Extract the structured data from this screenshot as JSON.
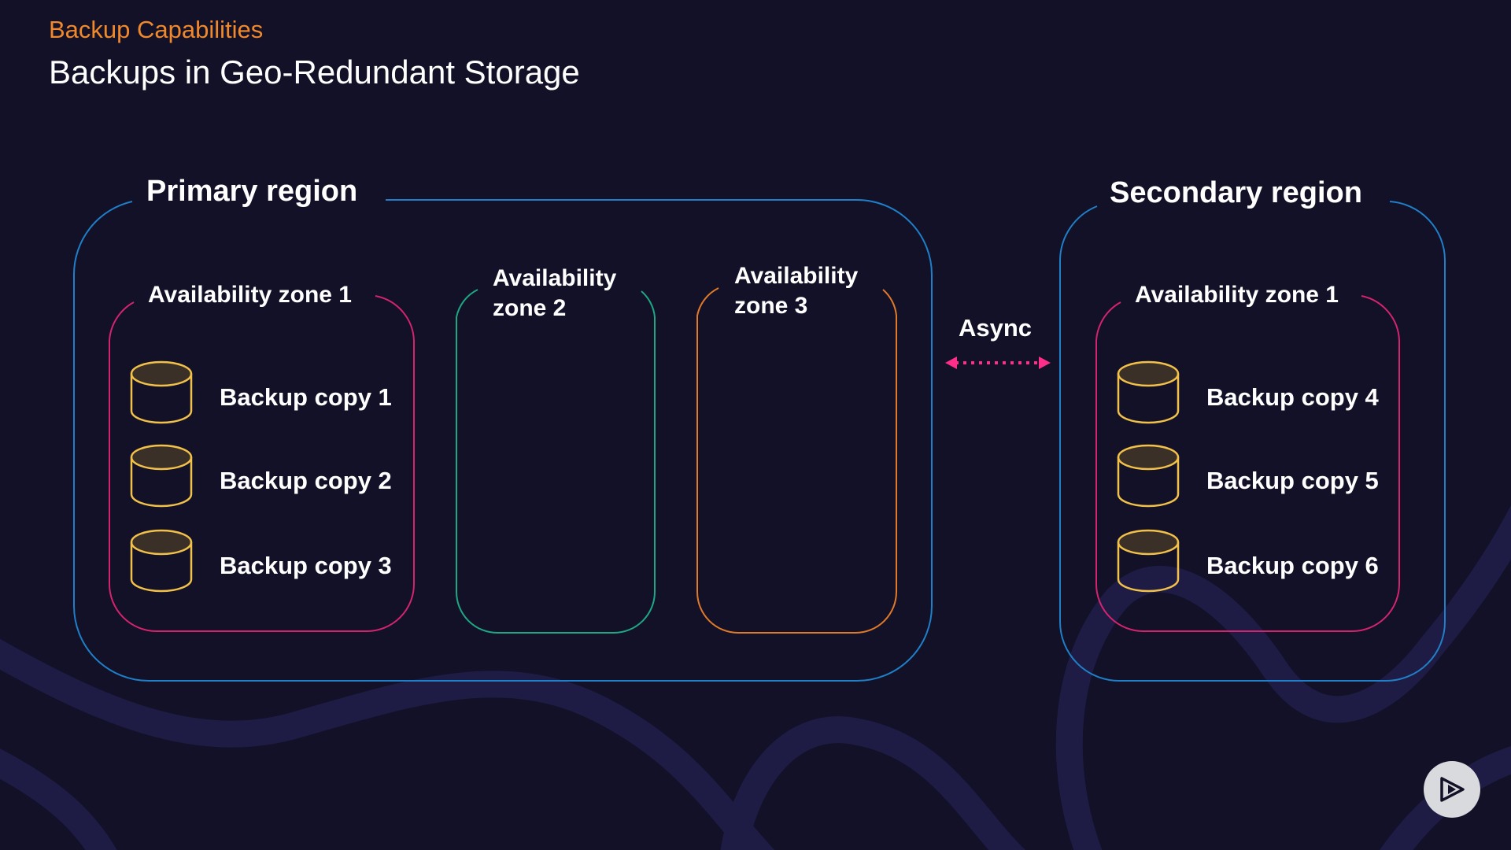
{
  "header": {
    "subtitle": "Backup Capabilities",
    "title": "Backups in Geo-Redundant Storage"
  },
  "colors": {
    "background": "#121127",
    "region_border": "#1f7fc8",
    "zone1_border": "#d4246e",
    "zone2_border": "#1fa783",
    "zone3_border": "#e07a28",
    "cylinder_stroke": "#f2c14a",
    "async_arrow": "#ff2e8a",
    "subtitle_text": "#f0882c"
  },
  "diagram": {
    "primary_region": {
      "label": "Primary region",
      "zones": [
        {
          "label": "Availability zone 1",
          "copies": [
            "Backup copy 1",
            "Backup copy 2",
            "Backup copy 3"
          ]
        },
        {
          "label_line1": "Availability",
          "label_line2": "zone 2"
        },
        {
          "label_line1": "Availability",
          "label_line2": "zone 3"
        }
      ]
    },
    "async_label": "Async",
    "secondary_region": {
      "label": "Secondary region",
      "zone": {
        "label": "Availability zone 1",
        "copies": [
          "Backup copy 4",
          "Backup copy 5",
          "Backup copy 6"
        ]
      }
    }
  },
  "icons": [
    "database-icon",
    "double-arrow-icon",
    "play-icon"
  ]
}
